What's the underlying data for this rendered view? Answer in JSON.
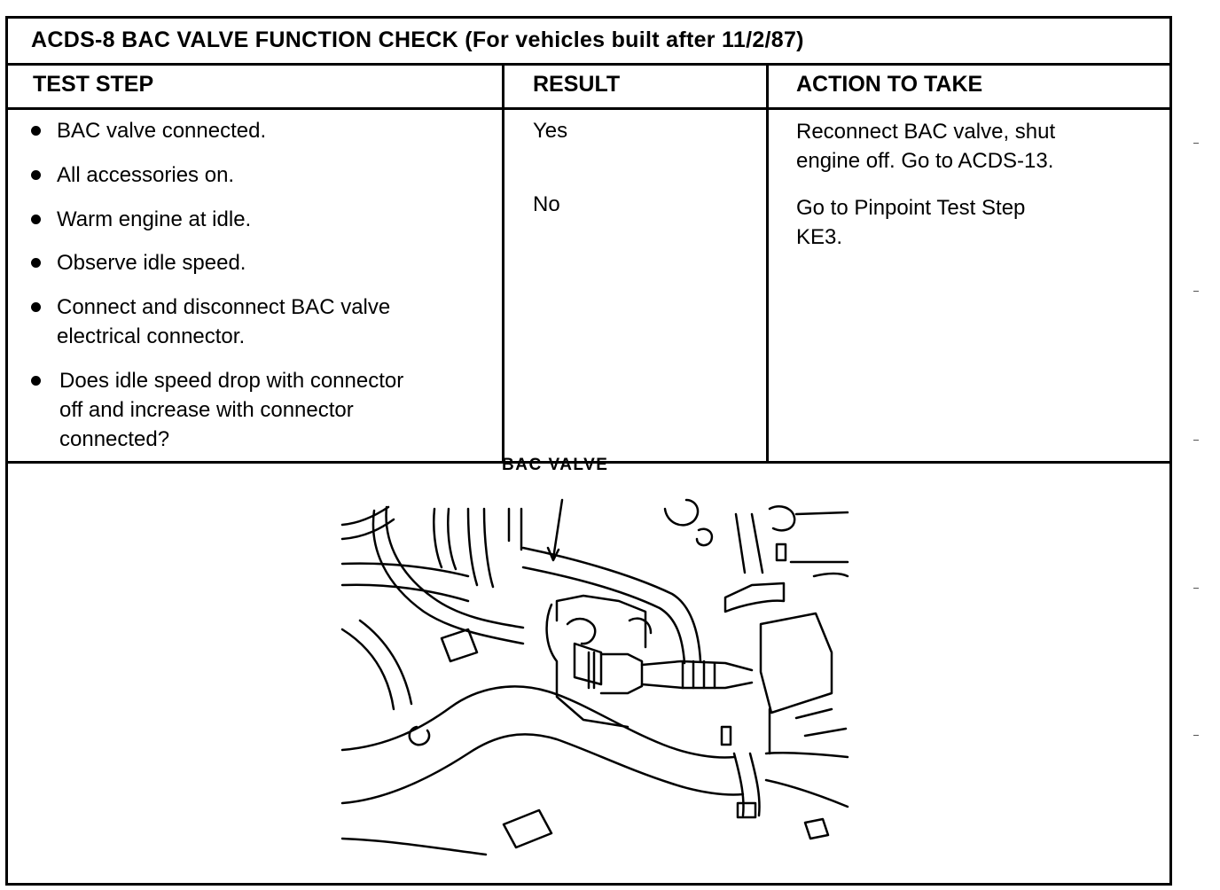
{
  "title": "ACDS-8   BAC VALVE FUNCTION CHECK (For vehicles built after 11/2/87)",
  "columns": {
    "test_step": "TEST STEP",
    "result": "RESULT",
    "action": "ACTION TO TAKE"
  },
  "test_steps": [
    "BAC valve connected.",
    "All accessories on.",
    "Warm engine at idle.",
    "Observe idle speed.",
    "Connect and disconnect BAC valve\nelectrical connector.",
    "Does idle speed drop with connector\noff and increase with connector\nconnected?"
  ],
  "results": [
    "Yes",
    "No"
  ],
  "actions": [
    "Reconnect BAC valve, shut\nengine off. Go to ACDS-13.",
    "Go to Pinpoint Test Step\nKE3."
  ],
  "figure": {
    "label": "BAC VALVE"
  }
}
